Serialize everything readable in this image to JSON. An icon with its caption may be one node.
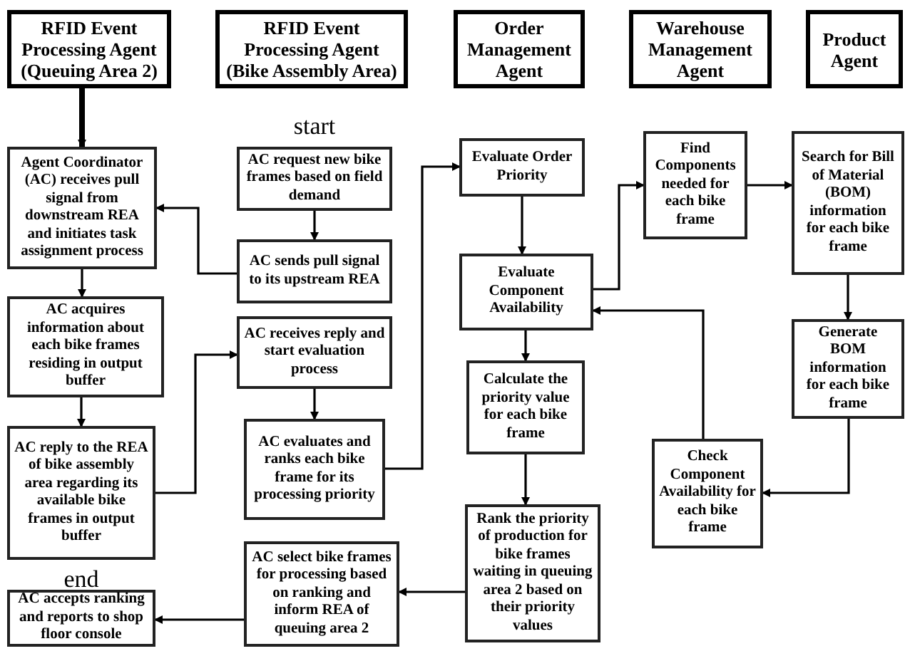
{
  "diagram": {
    "nodes": [
      {
        "text": [
          "RFID Event Processing Agent (Queuing Area 2)"
        ]
      },
      {
        "text": [
          "RFID Event Processing Agent (Bike Assembly Area)"
        ]
      },
      {
        "text": [
          "Order Management Agent"
        ]
      },
      {
        "text": [
          "Warehouse Management Agent"
        ]
      },
      {
        "text": [
          "Product Agent"
        ]
      },
      {
        "text": [
          "Agent Coordinator (AC) receives pull signal from downstream REA and initiates task assignment process"
        ]
      },
      {
        "text": [
          "AC acquires information about each bike frames residing in output buffer"
        ]
      },
      {
        "text": [
          "AC reply to the REA of bike assembly area regarding its available bike frames in output buffer"
        ]
      },
      {
        "text": [
          "AC accepts ranking and reports to shop floor console"
        ],
        "beside": [
          "end"
        ]
      },
      {
        "text": [
          "AC request new bike frames based on field demand"
        ],
        "beside": [
          "start"
        ]
      },
      {
        "text": [
          "AC  sends pull signal to its upstream REA"
        ]
      },
      {
        "text": [
          "AC receives reply and start evaluation process"
        ]
      },
      {
        "text": [
          "AC evaluates and ranks each bike frame for its processing priority"
        ]
      },
      {
        "text": [
          "AC select bike frames for processing based on ranking and inform REA of queuing area 2"
        ]
      },
      {
        "text": [
          "Evaluate Order Priority"
        ]
      },
      {
        "text": [
          "Evaluate Component Availability"
        ]
      },
      {
        "text": [
          "Calculate the priority value for each bike frame"
        ]
      },
      {
        "text": [
          "Rank the priority of production for bike frames waiting in queuing area 2 based on their priority values"
        ]
      },
      {
        "text": [
          "Find Components needed for each bike frame"
        ]
      },
      {
        "text": [
          "Search for Bill of Material (BOM) information for each bike frame"
        ]
      },
      {
        "text": [
          "Generate BOM information for each bike frame"
        ]
      },
      {
        "text": [
          "Check Component Availability for each bike frame"
        ]
      }
    ],
    "edges": [
      {
        "from": 0,
        "to": 5,
        "arrow": "to",
        "style": "thick"
      },
      {
        "from": 5,
        "to": 6,
        "arrow": "to"
      },
      {
        "from": 6,
        "to": 7,
        "arrow": "to"
      },
      {
        "from": 7,
        "to": 11,
        "arrow": "to"
      },
      {
        "from": 9,
        "to": 10,
        "arrow": "to"
      },
      {
        "from": 10,
        "to": 5,
        "arrow": "to"
      },
      {
        "from": 11,
        "to": 12,
        "arrow": "to"
      },
      {
        "from": 12,
        "to": 14,
        "arrow": "to"
      },
      {
        "from": 14,
        "to": 15,
        "arrow": "to"
      },
      {
        "from": 15,
        "to": 18,
        "arrow": "to"
      },
      {
        "from": 18,
        "to": 19,
        "arrow": "to"
      },
      {
        "from": 19,
        "to": 20,
        "arrow": "to"
      },
      {
        "from": 20,
        "to": 21,
        "arrow": "to"
      },
      {
        "from": 21,
        "to": 15,
        "arrow": "to"
      },
      {
        "from": 15,
        "to": 16,
        "arrow": "to"
      },
      {
        "from": 16,
        "to": 17,
        "arrow": "to"
      },
      {
        "from": 17,
        "to": 13,
        "arrow": "to"
      },
      {
        "from": 13,
        "to": 8,
        "arrow": "to"
      }
    ]
  }
}
